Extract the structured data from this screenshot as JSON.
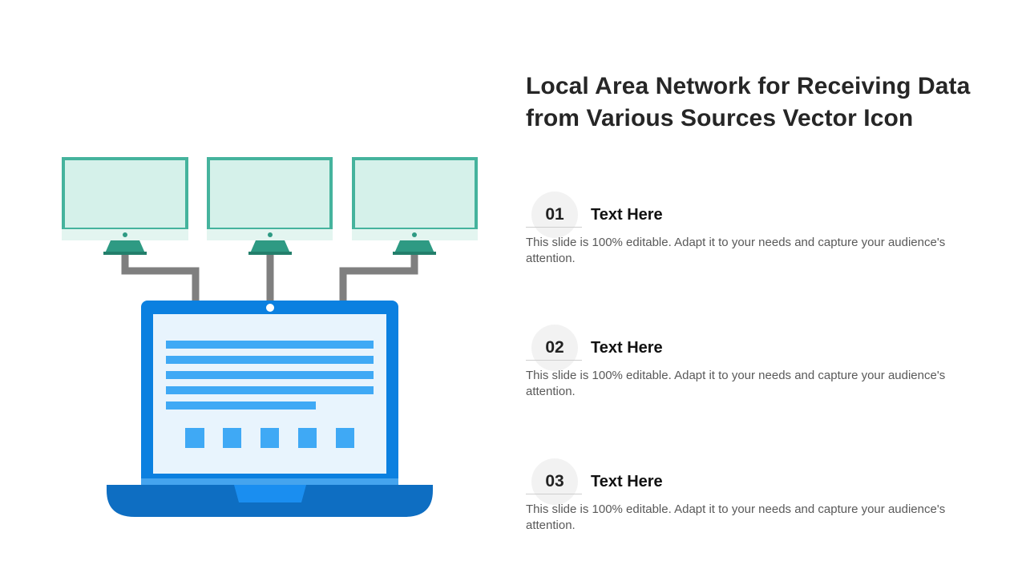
{
  "slide": {
    "title": "Local Area Network for Receiving Data from Various Sources Vector Icon"
  },
  "steps": [
    {
      "number": "01",
      "heading": "Text Here",
      "description": "This slide is 100% editable. Adapt it to your needs and capture your audience's attention."
    },
    {
      "number": "02",
      "heading": "Text Here",
      "description": "This slide is 100% editable. Adapt it to your needs and capture your audience's attention."
    },
    {
      "number": "03",
      "heading": "Text Here",
      "description": "This slide is 100% editable. Adapt it to your needs and capture your audience's attention."
    }
  ],
  "colors": {
    "monitor_frame": "#45b39d",
    "monitor_screen": "#d5f1ea",
    "monitor_stand": "#2e9a83",
    "cable": "#7f7f7f",
    "laptop_frame": "#0b80e0",
    "laptop_screen": "#e8f4fd",
    "content_lines": "#3fa9f5",
    "laptop_base": "#0e6ec2"
  }
}
